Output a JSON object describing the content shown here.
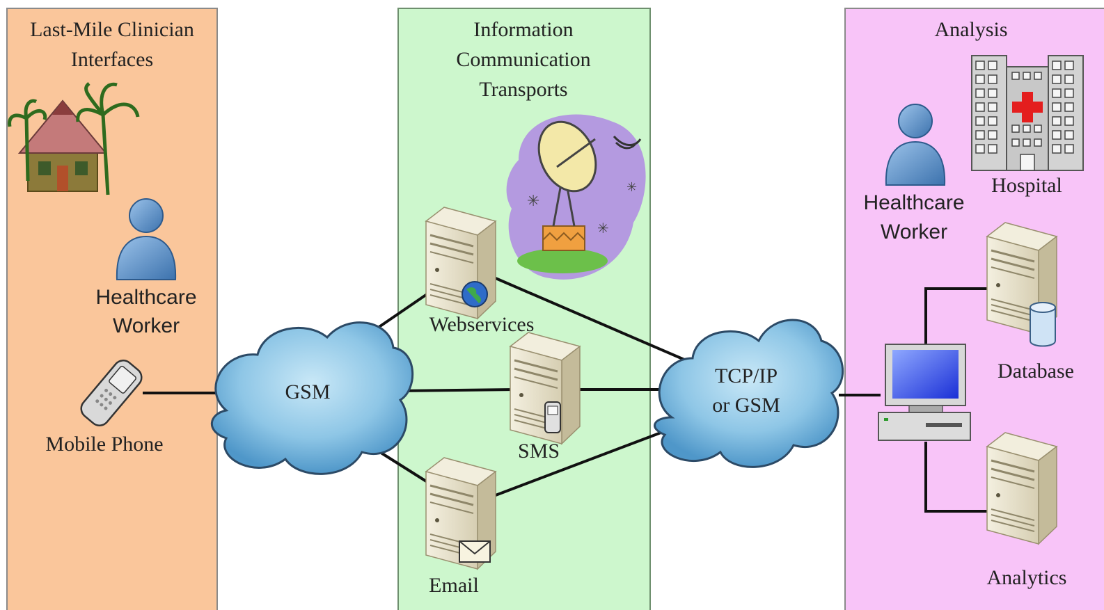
{
  "panels": {
    "left": {
      "title_line1": "Last-Mile Clinician",
      "title_line2": "Interfaces",
      "fill": "#fac69b"
    },
    "middle": {
      "title_line1": "Information",
      "title_line2": "Communication",
      "title_line3": "Transports",
      "fill": "#cdf7cd"
    },
    "right": {
      "title": "Analysis",
      "fill": "#f8c4f8"
    }
  },
  "left_items": {
    "worker_line1": "Healthcare",
    "worker_line2": "Worker",
    "phone_label": "Mobile Phone",
    "hut_icon": "village-hut-icon",
    "person_icon": "person-icon",
    "phone_icon": "mobile-phone-icon"
  },
  "networks": {
    "gsm_label": "GSM",
    "tcp_line1": "TCP/IP",
    "tcp_line2": "or GSM"
  },
  "servers": {
    "webservices": "Webservices",
    "sms": "SMS",
    "email": "Email",
    "satellite_icon": "satellite-dish-icon"
  },
  "right_items": {
    "worker_line1": "Healthcare",
    "worker_line2": "Worker",
    "hospital": "Hospital",
    "database": "Database",
    "analytics": "Analytics",
    "computer_icon": "desktop-computer-icon"
  },
  "colors": {
    "person": "#5b8fc6",
    "cloud": "#8ec6e6",
    "server": "#ece6cf",
    "line": "#111111"
  }
}
